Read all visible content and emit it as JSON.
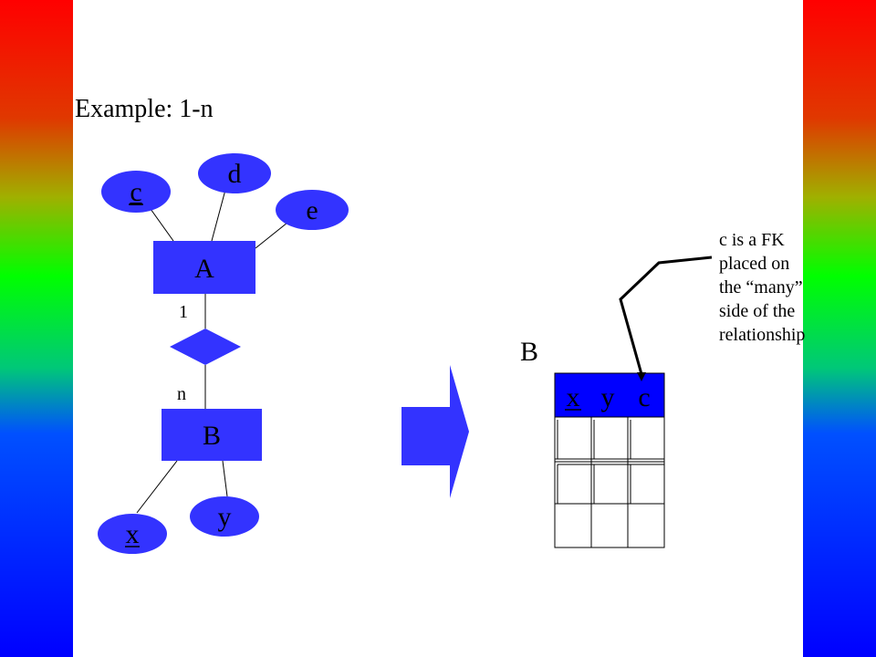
{
  "title": "Example: 1-n",
  "er": {
    "entity_a": "A",
    "entity_b": "B",
    "attrs_a": [
      "c",
      "d",
      "e"
    ],
    "attrs_b": [
      "x",
      "y"
    ],
    "card_top": "1",
    "card_bottom": "n"
  },
  "table": {
    "name": "B",
    "columns": [
      "x",
      "y",
      "c"
    ]
  },
  "note_lines": [
    "c is a FK",
    "placed on",
    "the “many”",
    "side of the",
    "relationship"
  ],
  "colors": {
    "shape_fill": "#3333ff",
    "cell_fill": "#0000ff"
  }
}
